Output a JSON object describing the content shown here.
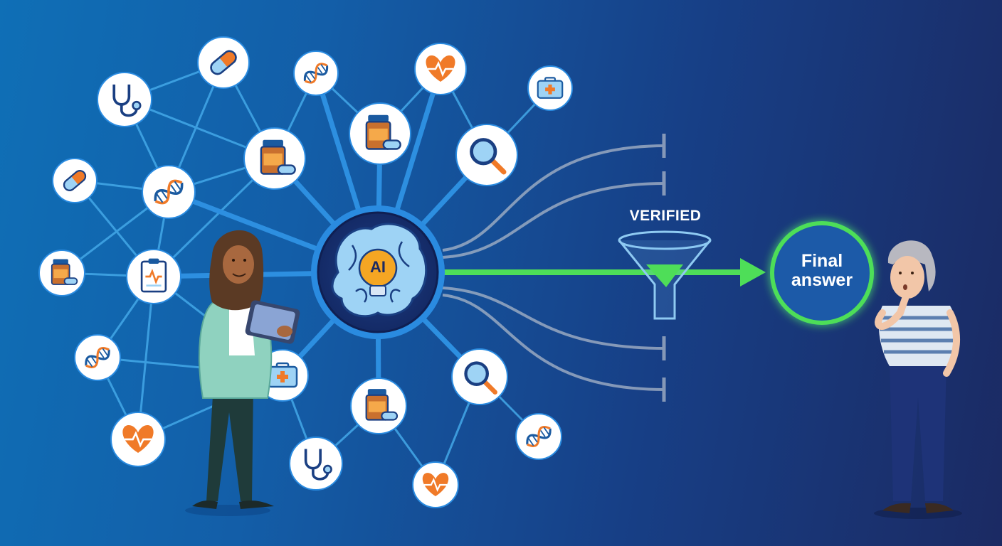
{
  "hub": {
    "label": "AI",
    "icon": "brain-lightbulb-icon"
  },
  "filter": {
    "label": "VERIFIED",
    "icon": "funnel-icon"
  },
  "output": {
    "label_line1": "Final",
    "label_line2": "answer"
  },
  "colors": {
    "background_start": "#0f6fb6",
    "background_end": "#1b2a63",
    "verified_path": "#4ede58",
    "accent_orange": "#f07a28",
    "icon_blue": "#1a5aa0",
    "hub_ring": "#2a8be0"
  },
  "nodes": [
    {
      "id": "n1",
      "icon": "stethoscope-icon"
    },
    {
      "id": "n2",
      "icon": "pill-capsule-icon"
    },
    {
      "id": "n3",
      "icon": "dna-icon"
    },
    {
      "id": "n4",
      "icon": "heart-rate-icon"
    },
    {
      "id": "n5",
      "icon": "first-aid-kit-icon"
    },
    {
      "id": "n6",
      "icon": "pill-capsule-icon"
    },
    {
      "id": "n7",
      "icon": "dna-icon"
    },
    {
      "id": "n8",
      "icon": "medicine-bottle-icon"
    },
    {
      "id": "n9",
      "icon": "medicine-bottle-icon"
    },
    {
      "id": "n10",
      "icon": "magnifier-icon"
    },
    {
      "id": "n11",
      "icon": "medicine-bottle-icon"
    },
    {
      "id": "n12",
      "icon": "clipboard-chart-icon"
    },
    {
      "id": "n13",
      "icon": "dna-icon"
    },
    {
      "id": "n14",
      "icon": "first-aid-kit-icon"
    },
    {
      "id": "n15",
      "icon": "medicine-bottle-icon"
    },
    {
      "id": "n16",
      "icon": "magnifier-icon"
    },
    {
      "id": "n17",
      "icon": "heart-rate-icon"
    },
    {
      "id": "n18",
      "icon": "stethoscope-icon"
    },
    {
      "id": "n19",
      "icon": "heart-rate-icon"
    },
    {
      "id": "n20",
      "icon": "dna-icon"
    }
  ],
  "people": [
    {
      "id": "clinician",
      "description_icon": "doctor-with-tablet-icon"
    },
    {
      "id": "patient",
      "description_icon": "older-woman-thinking-icon"
    }
  ]
}
